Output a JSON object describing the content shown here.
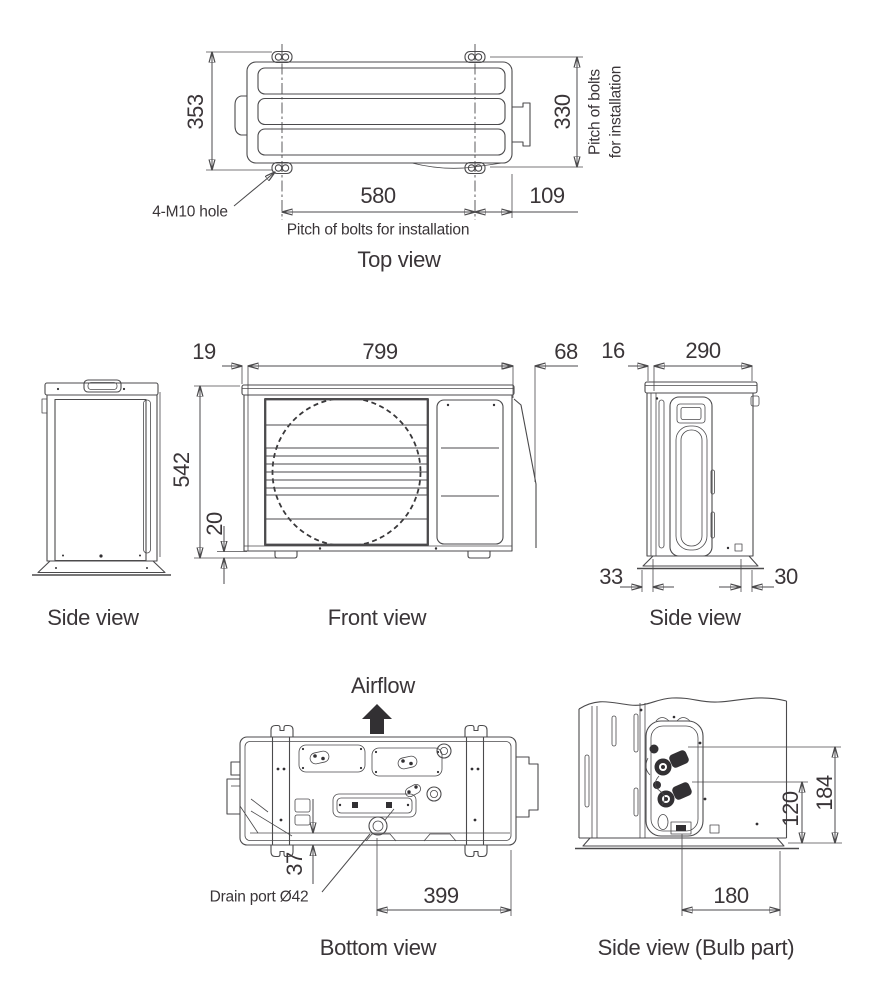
{
  "colors": {
    "ink": "#3a3538",
    "line": "#4b4a4c"
  },
  "top_view": {
    "title": "Top view",
    "dim_depth": "353",
    "dim_bolt_pitch_vertical": "330",
    "dim_bolt_pitch_horizontal": "580",
    "dim_right_offset": "109",
    "note_pitch_horizontal": "Pitch of bolts for installation",
    "note_pitch_vertical_line1": "Pitch of bolts",
    "note_pitch_vertical_line2": "for installation",
    "callout_hole": "4-M10 hole"
  },
  "side_view_left": {
    "title": "Side view"
  },
  "front_view": {
    "title": "Front view",
    "dim_left_offset": "19",
    "dim_width": "799",
    "dim_right_offset": "68",
    "dim_height": "542",
    "dim_foot_height": "20"
  },
  "side_view_right": {
    "title": "Side view",
    "dim_front_offset": "16",
    "dim_depth": "290",
    "dim_foot_front": "33",
    "dim_foot_rear": "30"
  },
  "bottom_view": {
    "title": "Bottom view",
    "airflow_label": "Airflow",
    "dim_drain_offset": "37",
    "dim_drain_pitch": "399",
    "callout_drain": "Drain port Ø42"
  },
  "bulb_view": {
    "title": "Side view (Bulb part)",
    "dim_valve_lower_height": "120",
    "dim_valve_upper_height": "184",
    "dim_valve_offset": "180"
  }
}
